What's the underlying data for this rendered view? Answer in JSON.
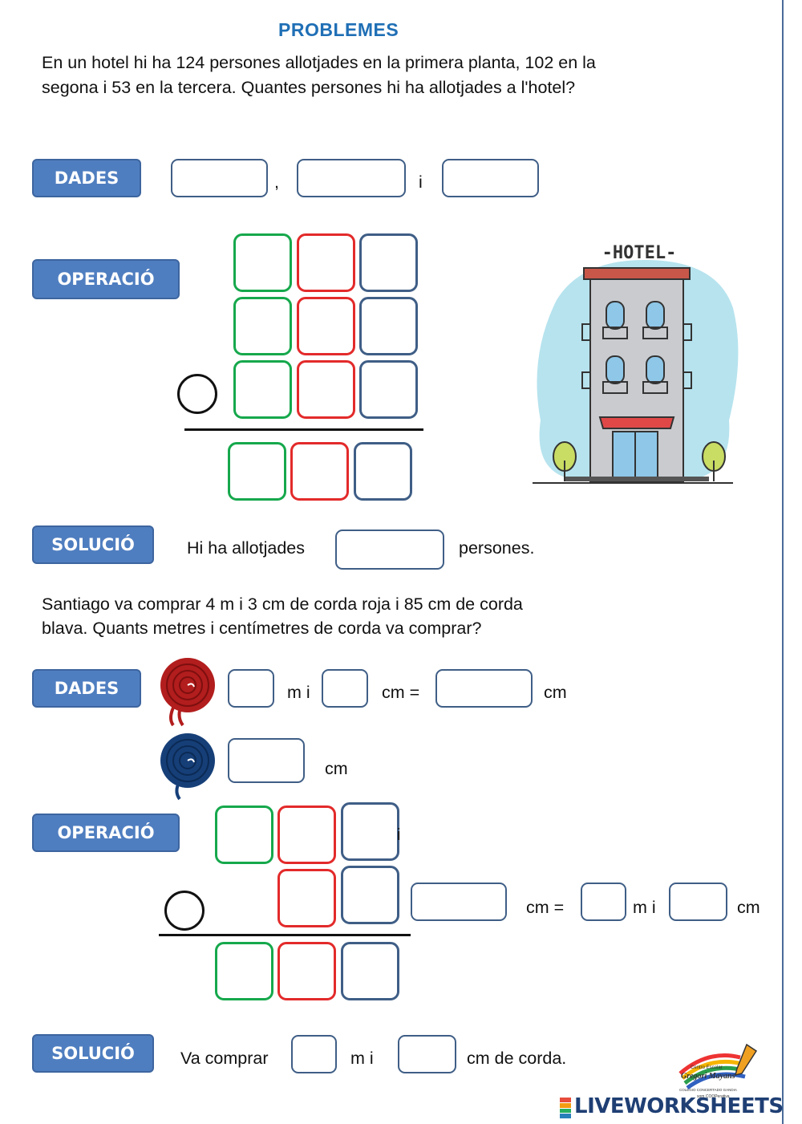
{
  "title": "PROBLEMES",
  "problem1": {
    "line1": "En un hotel hi ha 124 persones allotjades en la primera planta, 102 en la",
    "line2": "segona i 53 en la tercera.  Quantes persones hi ha allotjades a l'hotel?",
    "dades_label": "DADES",
    "sep_comma": ",",
    "sep_i": "i",
    "operacio_label": "OPERACIÓ",
    "solucio_label": "SOLUCIÓ",
    "solucio_before": "Hi ha allotjades",
    "solucio_after": "persones.",
    "hotel_sign": "-HOTEL-"
  },
  "problem2": {
    "line1": "Santiago va comprar 4 m i 3 cm de corda roja i 85 cm de corda",
    "line2": "blava. Quants metres i centímetres de corda va comprar?",
    "dades_label": "DADES",
    "m_i": "m i",
    "cm_eq": "cm =",
    "cm": "cm",
    "cm_blue": "cm",
    "operacio_label": "OPERACIÓ",
    "op_cm_eq": "cm =",
    "op_m_i": "m i",
    "op_cm": "cm",
    "op_i_mark": "i",
    "solucio_label": "SOLUCIÓ",
    "sol_before": "Va comprar",
    "sol_m_i": "m i",
    "sol_after": "cm  de corda."
  },
  "footer": {
    "brand": "LIVEWORKSHEETS",
    "school_line1": "Centro Escolar",
    "school_line2": "Gregori Mayans",
    "school_line3": "COLEGIO CONCERTADO     GANDIA",
    "school_line4": "som COOPerativa"
  },
  "colors": {
    "green": "#16a84c",
    "red": "#e32a2a",
    "blue": "#3f5e86",
    "tag": "#4f7ec0",
    "title": "#1f6fb5"
  }
}
